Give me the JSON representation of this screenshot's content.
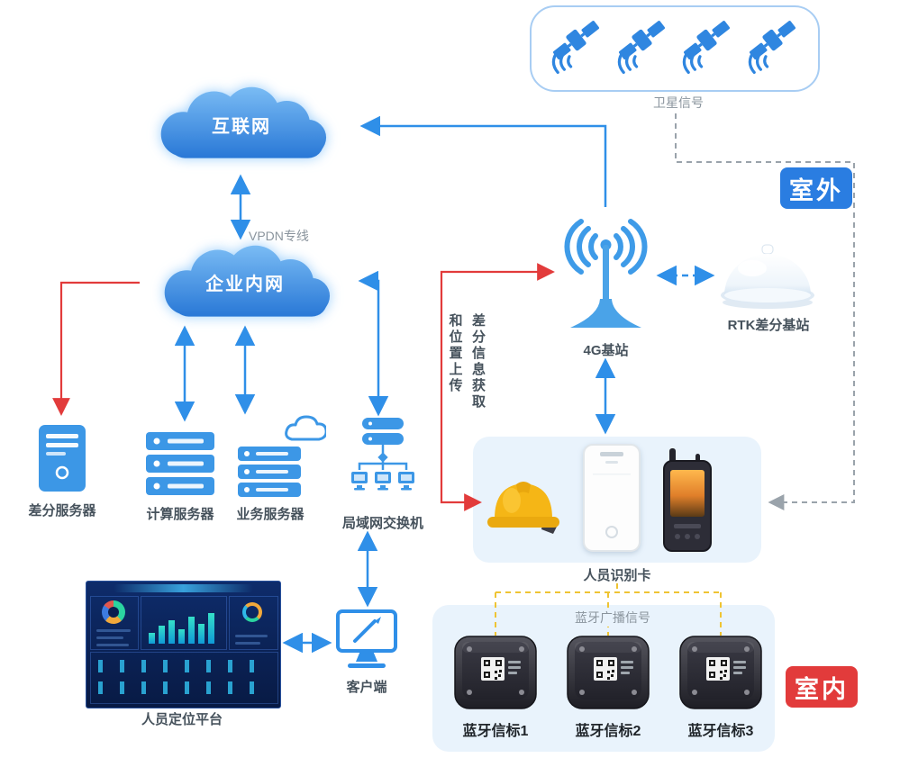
{
  "clouds": {
    "internet": "互联网",
    "intranet": "企业内网"
  },
  "labels": {
    "vpdn": "VPDN专线",
    "satellite_signal": "卫星信号",
    "diff_info_vertical": "差分信息获取",
    "upload_vertical": "和位置上传",
    "bluetooth_broadcast": "蓝牙广播信号"
  },
  "badges": {
    "outdoor": "室外",
    "indoor": "室内"
  },
  "nodes": {
    "tower_4g": "4G基站",
    "rtk_base": "RTK差分基站",
    "diff_server": "差分服务器",
    "compute_server": "计算服务器",
    "business_server": "业务服务器",
    "lan_switch": "局域网交换机",
    "person_card": "人员识别卡",
    "platform": "人员定位平台",
    "client": "客户端",
    "beacons": [
      "蓝牙信标1",
      "蓝牙信标2",
      "蓝牙信标3"
    ]
  },
  "colors": {
    "arrow_blue": "#2f8fe8",
    "arrow_red": "#e23b3b",
    "arrow_yellow": "#efc433",
    "arrow_gray": "#9aa3ab",
    "badge_outdoor": "#2a7de1",
    "badge_indoor": "#e23b3b",
    "panel_bg": "#e9f3fc",
    "cloud_blue": "#1d6ed2",
    "helmet_yellow": "#f5b616"
  }
}
